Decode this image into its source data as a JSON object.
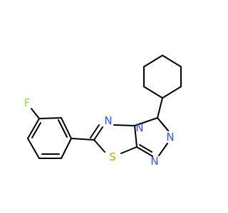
{
  "molecule": {
    "atoms": {
      "f": {
        "label": "F",
        "color": "#90e050"
      },
      "s": {
        "label": "S",
        "color": "#c8a800"
      },
      "n1": {
        "label": "N",
        "color": "#3050f8"
      },
      "n2": {
        "label": "N",
        "color": "#3050f8"
      },
      "n3": {
        "label": "N",
        "color": "#3050f8"
      },
      "n4": {
        "label": "N",
        "color": "#3050f8"
      }
    },
    "bond_color": "#000000"
  }
}
